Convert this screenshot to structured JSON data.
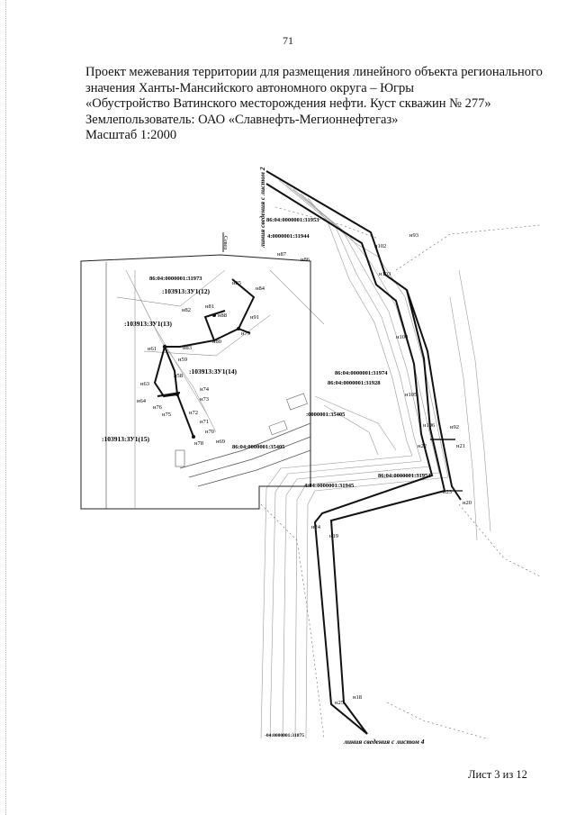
{
  "page_number": "71",
  "header": {
    "line1": "Проект межевания территории для размещения линейного объекта регионального",
    "line2": "значения Ханты-Мансийского автономного округа – Югры",
    "line3": "«Обустройство Ватинского месторождения нефти.  Куст скважин № 277»",
    "line4": "Землепользователь: ОАО «Славнефть-Мегионнефтегаз»",
    "line5": "Масштаб 1:2000"
  },
  "sheet_label": "Лист 3 из 12",
  "map": {
    "line_top": "линия сведения с листом 2",
    "line_bottom": "линия сведения с листом 4",
    "north_label": "Север",
    "parcels": {
      "p31953": "86:04:0000001:31953",
      "p31944": "4:0000001:31944",
      "p31973": "86:04:0000001:31973",
      "zu12": ":103913:ЗУ1(12)",
      "zu13": ":103913:ЗУ1(13)",
      "zu14": ":103913:ЗУ1(14)",
      "zu15": ":103913:ЗУ1(15)",
      "p31974": "86:04:0000001:31974",
      "p31928": "86:04:0000001:31928",
      "p35405a": ":0000001:35405",
      "p35405b": "86:04:0000001:35405",
      "p31954": "86:04:0000001:31954",
      "p31945": "4:04:0000001:31945",
      "p31875": "-04:0000001:31875"
    },
    "points": {
      "n93": "н93",
      "n102": "н102",
      "n103": "н103",
      "n104": "н104",
      "n105": "н105",
      "n106": "н106",
      "n92": "н92",
      "n22": "н22",
      "n21": "н21",
      "n23": "н23",
      "n20": "н20",
      "n24": "н24",
      "n19": "н19",
      "n25": "н25",
      "n18": "н18",
      "n87": "н87",
      "n86": "н86",
      "n85": "н85",
      "n84": "н84",
      "n82": "н82",
      "n81": "н81",
      "n88": "н88",
      "n91": "н91",
      "n79": "н79",
      "n80": "н80",
      "n83": "н83",
      "n61": "н61",
      "n59": "н59",
      "n58": "н58",
      "n63": "н63",
      "n64": "н64",
      "n74": "н74",
      "n73": "н73",
      "n76": "н76",
      "n75": "н75",
      "n72": "н72",
      "n71": "н71",
      "n70": "н70",
      "n69": "н69",
      "n78": "н78"
    }
  }
}
